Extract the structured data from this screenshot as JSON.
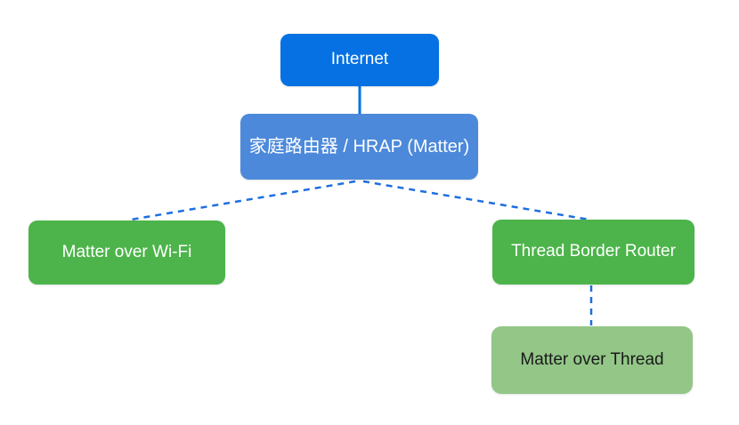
{
  "diagram": {
    "nodes": [
      {
        "id": "internet",
        "label": "Internet",
        "fill": "#0571e3",
        "text_color": "#ffffff"
      },
      {
        "id": "home-router",
        "label": "家庭路由器 / HRAP (Matter)",
        "fill": "#4c89da",
        "text_color": "#ffffff"
      },
      {
        "id": "matter-wifi",
        "label": "Matter over Wi-Fi",
        "fill": "#4cb44a",
        "text_color": "#ffffff"
      },
      {
        "id": "thread-border-router",
        "label": "Thread Border Router",
        "fill": "#4cb44a",
        "text_color": "#ffffff"
      },
      {
        "id": "matter-thread",
        "label": "Matter over Thread",
        "fill": "#93c687",
        "text_color": "#1a1a1a"
      }
    ],
    "edges": [
      {
        "from": "internet",
        "to": "home-router",
        "style": "solid",
        "color": "#0571e3"
      },
      {
        "from": "home-router",
        "to": "matter-wifi",
        "style": "dashed",
        "color": "#1d6fe0"
      },
      {
        "from": "home-router",
        "to": "thread-border-router",
        "style": "dashed",
        "color": "#1d6fe0"
      },
      {
        "from": "thread-border-router",
        "to": "matter-thread",
        "style": "dashed",
        "color": "#1d6fe0"
      }
    ]
  }
}
